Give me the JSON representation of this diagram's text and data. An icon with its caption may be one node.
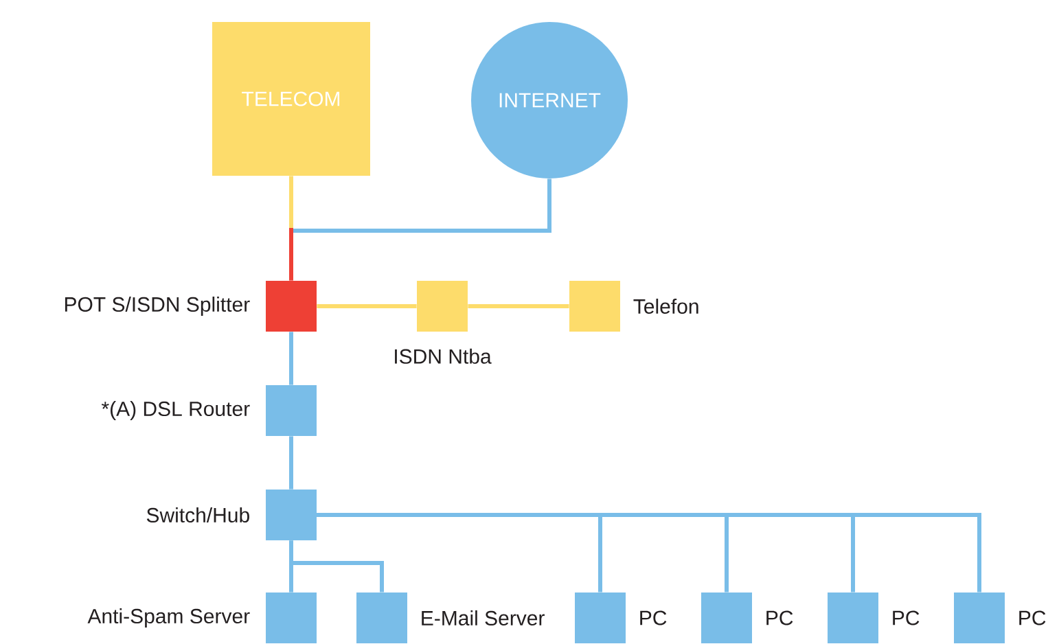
{
  "diagram": {
    "nodes": [
      {
        "text": [
          "TELECOM"
        ]
      },
      {
        "text": [
          "INTERNET"
        ]
      },
      {
        "text": [],
        "shape": "box",
        "beside": [
          "POT S/ISDN Splitter"
        ]
      },
      {
        "text": [],
        "shape": "box",
        "beside": [
          "ISDN Ntba"
        ]
      },
      {
        "text": [],
        "shape": "box",
        "beside": [
          "Telefon"
        ]
      },
      {
        "text": [],
        "shape": "box",
        "beside": [
          "*(A) DSL Router"
        ]
      },
      {
        "text": [],
        "shape": "box",
        "beside": [
          "Switch/Hub"
        ]
      },
      {
        "text": [],
        "shape": "box",
        "beside": [
          "Anti-Spam Server"
        ]
      },
      {
        "text": [],
        "shape": "box",
        "beside": [
          "E-Mail Server"
        ]
      },
      {
        "text": [],
        "shape": "box",
        "beside": [
          "PC"
        ]
      },
      {
        "text": [],
        "shape": "box",
        "beside": [
          "PC"
        ]
      },
      {
        "text": [],
        "shape": "box",
        "beside": [
          "PC"
        ]
      },
      {
        "text": [],
        "shape": "box",
        "beside": [
          "PC"
        ]
      }
    ],
    "edges": [
      {
        "from": 0,
        "to": 2,
        "arrow": "none",
        "color": "#fddc6b"
      },
      {
        "from": 1,
        "to": 2,
        "arrow": "none"
      },
      {
        "from": 2,
        "to": 3,
        "arrow": "none",
        "color": "#fddc6b"
      },
      {
        "from": 3,
        "to": 4,
        "arrow": "none",
        "color": "#fddc6b"
      },
      {
        "from": 2,
        "to": 5,
        "arrow": "none"
      },
      {
        "from": 5,
        "to": 6,
        "arrow": "none"
      },
      {
        "from": 6,
        "to": 7,
        "arrow": "none"
      },
      {
        "from": 6,
        "to": 8,
        "arrow": "none"
      },
      {
        "from": 6,
        "to": 9,
        "arrow": "none"
      },
      {
        "from": 6,
        "to": 10,
        "arrow": "none"
      },
      {
        "from": 6,
        "to": 11,
        "arrow": "none"
      },
      {
        "from": 6,
        "to": 12,
        "arrow": "none"
      }
    ]
  }
}
